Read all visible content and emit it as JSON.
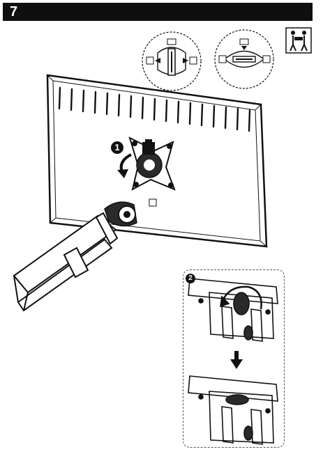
{
  "header": {
    "step_number": "7"
  },
  "callouts": {
    "step_rotate": "1",
    "step_lower": "2"
  },
  "icons": {
    "two_person": "two-person-lift-icon",
    "rotate_arrow": "curved-arrow-icon",
    "down_arrow": "down-arrow-icon"
  },
  "colors": {
    "bar": "#0f0f0f",
    "line": "#1a1a1a",
    "fill_dark": "#2a2a2a"
  }
}
